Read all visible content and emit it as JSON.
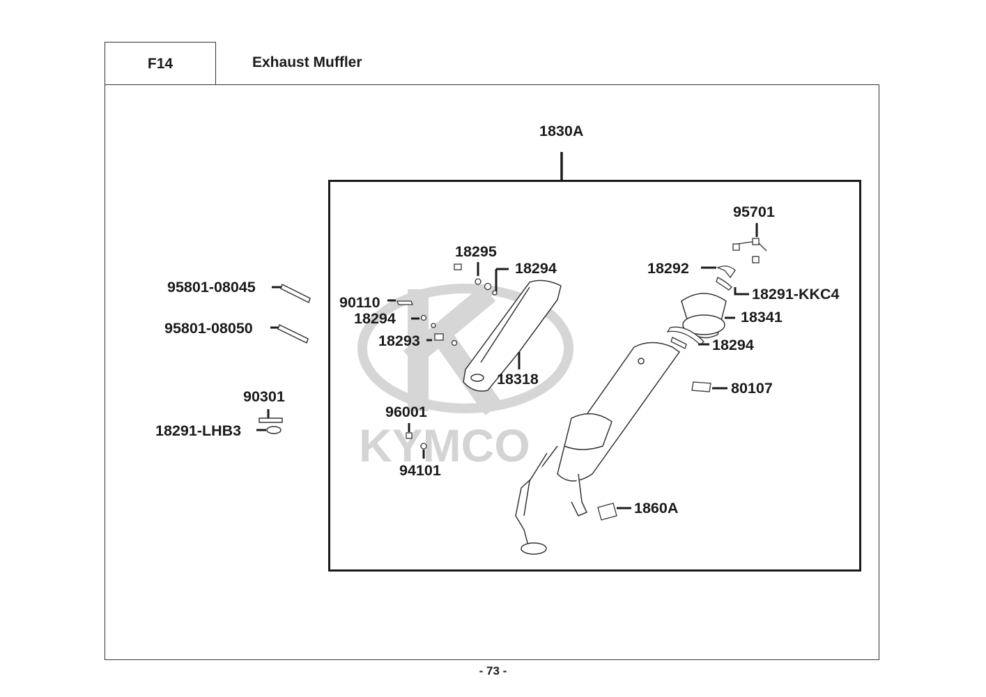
{
  "header": {
    "code": "F14",
    "title": "Exhaust Muffler"
  },
  "watermark": {
    "brand": "KYMCO",
    "color": "#d8d8d8"
  },
  "parts": {
    "assembly": "1830A",
    "bolt_a": "95801-08045",
    "bolt_b": "95801-08050",
    "bolt_c": "90301",
    "bracket_lhb3": "18291-LHB3",
    "n18295": "18295",
    "n18294_top": "18294",
    "n90110": "90110",
    "n18294_mid": "18294",
    "n18293": "18293",
    "n18318": "18318",
    "n96001": "96001",
    "n94101": "94101",
    "n95701": "95701",
    "n18292": "18292",
    "n18291_kkc4": "18291-KKC4",
    "n18341": "18341",
    "n18294_right": "18294",
    "n80107": "80107",
    "n1860a": "1860A"
  },
  "footer": {
    "page_number": "- 73 -"
  }
}
